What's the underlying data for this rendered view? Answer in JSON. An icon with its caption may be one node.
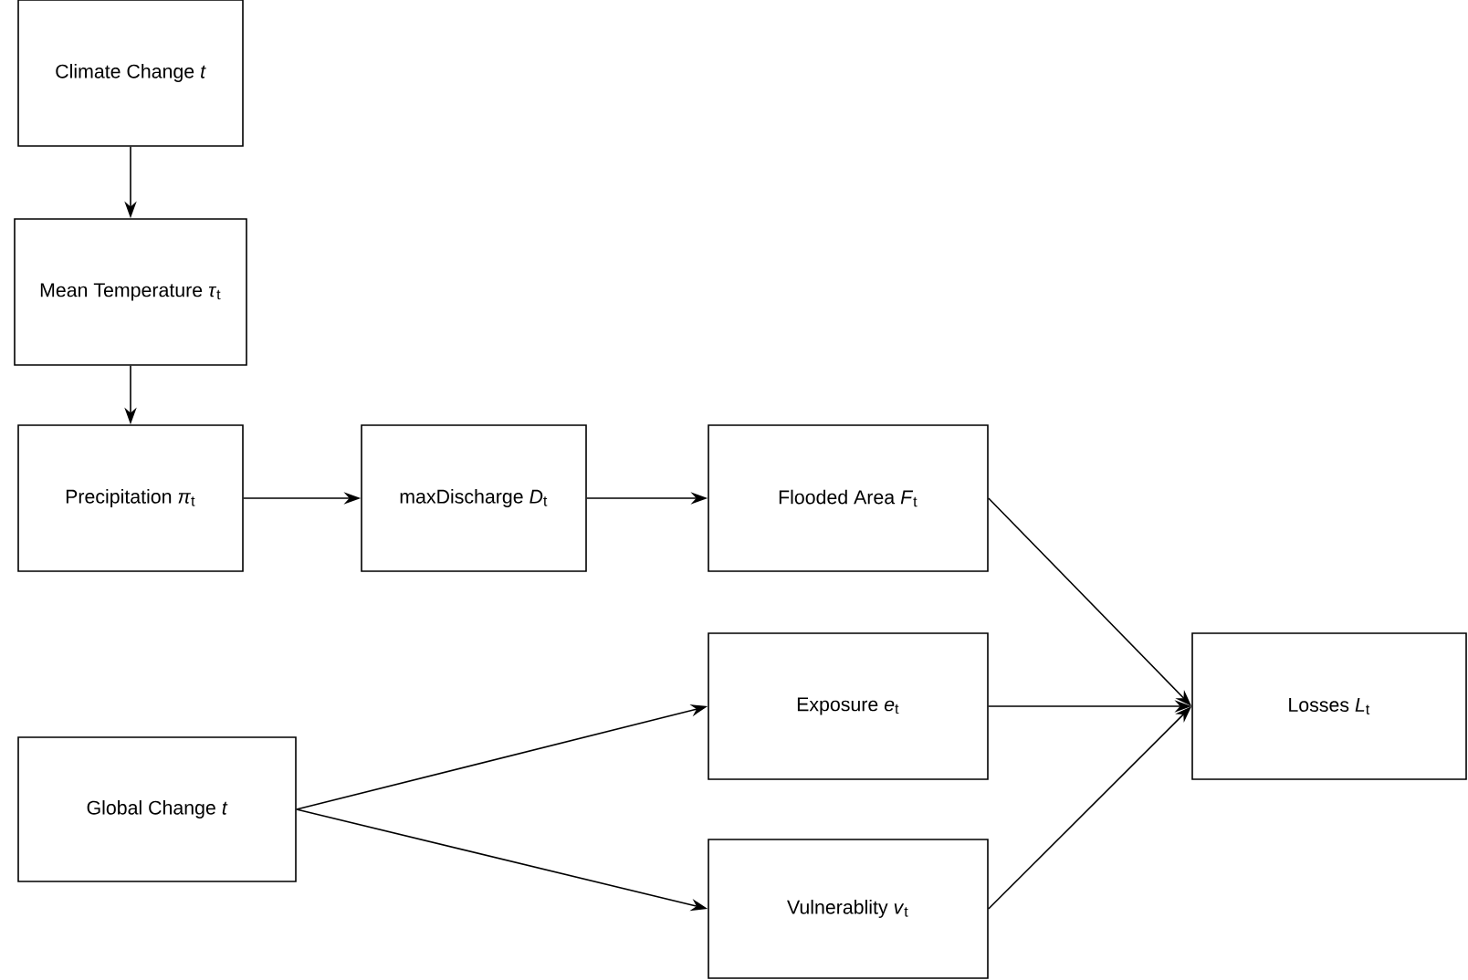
{
  "diagram": {
    "nodes": [
      {
        "text": [
          "Climate Change *t*"
        ]
      },
      {
        "text": [
          "Mean Temperature *τ*$_{t}$"
        ]
      },
      {
        "text": [
          "Precipitation *π*$_{t}$"
        ]
      },
      {
        "text": [
          "maxDischarge *D*$_{t}$"
        ]
      },
      {
        "text": [
          "Flooded Area *F*$_{t}$"
        ]
      },
      {
        "text": [
          "Exposure *e*$_{t}$"
        ]
      },
      {
        "text": [
          "Losses *L*$_{t}$"
        ]
      },
      {
        "text": [
          "Global Change *t*"
        ]
      },
      {
        "text": [
          "Vulnerablity *v*$_{t}$"
        ]
      }
    ],
    "edges": [
      {
        "from": 0,
        "to": 1,
        "arrow": "to"
      },
      {
        "from": 1,
        "to": 2,
        "arrow": "to"
      },
      {
        "from": 2,
        "to": 3,
        "arrow": "to"
      },
      {
        "from": 3,
        "to": 4,
        "arrow": "to"
      },
      {
        "from": 4,
        "to": 6,
        "arrow": "to"
      },
      {
        "from": 5,
        "to": 6,
        "arrow": "to"
      },
      {
        "from": 7,
        "to": 5,
        "arrow": "to"
      },
      {
        "from": 7,
        "to": 8,
        "arrow": "to"
      },
      {
        "from": 8,
        "to": 6,
        "arrow": "to"
      }
    ]
  }
}
